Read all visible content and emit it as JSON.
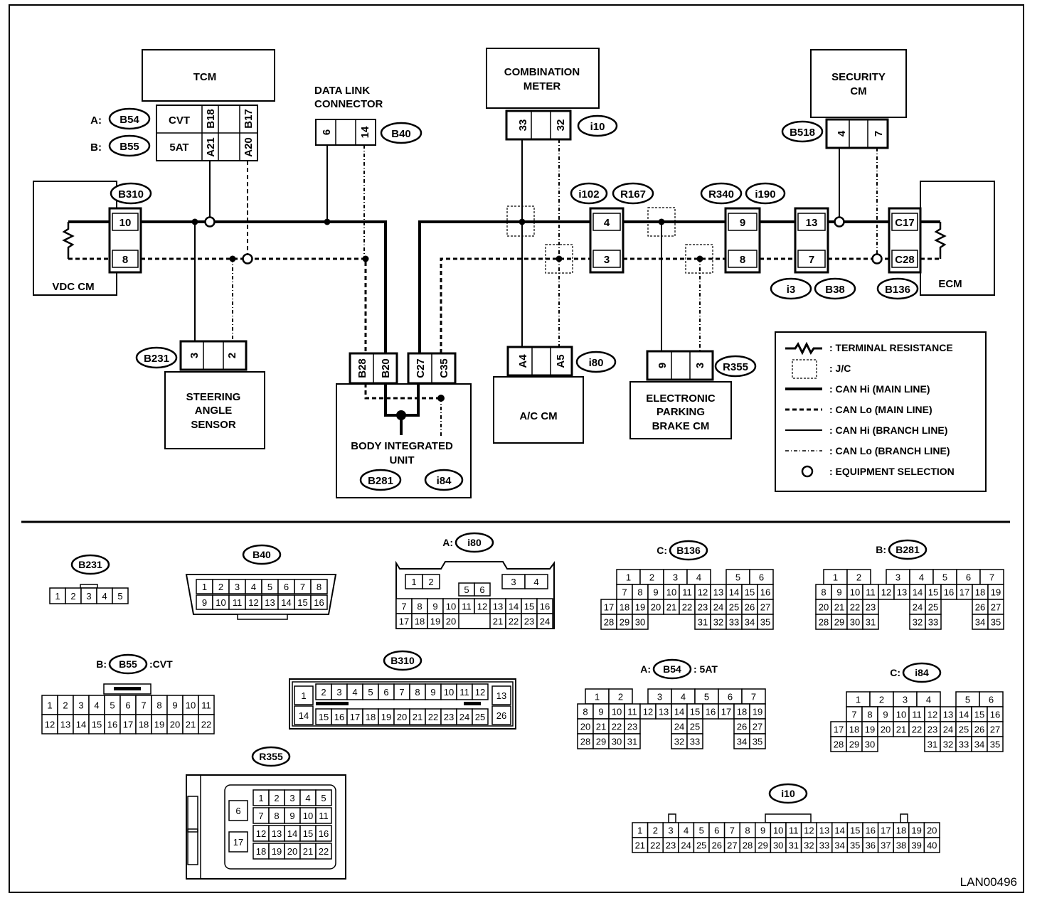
{
  "diagram_code": "LAN00496",
  "modules": {
    "tcm": "TCM",
    "data_link_connector": [
      "DATA LINK",
      "CONNECTOR"
    ],
    "combination_meter": [
      "COMBINATION",
      "METER"
    ],
    "security_cm": [
      "SECURITY",
      "CM"
    ],
    "vdc_cm": "VDC CM",
    "ecm": "ECM",
    "steering_angle_sensor": [
      "STEERING",
      "ANGLE",
      "SENSOR"
    ],
    "body_integrated_unit": [
      "BODY INTEGRATED",
      "UNIT"
    ],
    "ac_cm": "A/C CM",
    "electronic_parking_brake_cm": [
      "ELECTRONIC",
      "PARKING",
      "BRAKE CM"
    ]
  },
  "tcm_connector": {
    "rows": [
      {
        "prefix": "A:",
        "conn": "B54",
        "type": "CVT",
        "pin_hi": "B18",
        "pin_lo": "B17"
      },
      {
        "prefix": "B:",
        "conn": "B55",
        "type": "5AT",
        "pin_hi": "A21",
        "pin_lo": "A20"
      }
    ]
  },
  "connectors": {
    "vdc": {
      "id": "B310",
      "pins": [
        "10",
        "8"
      ]
    },
    "dlc": {
      "id": "B40",
      "pins": [
        "6",
        "14"
      ]
    },
    "meter": {
      "id": "i10",
      "pins": [
        "33",
        "32"
      ]
    },
    "security": {
      "id": "B518",
      "pins": [
        "4",
        "7"
      ]
    },
    "ecm": {
      "id": "B136",
      "pins": [
        "C17",
        "C28"
      ]
    },
    "steering": {
      "id": "B231",
      "pins": [
        "3",
        "2"
      ]
    },
    "biu": {
      "ids": [
        "B281",
        "i84"
      ],
      "pins": [
        "B28",
        "B20",
        "C27",
        "C35"
      ]
    },
    "ac": {
      "id": "i80",
      "pins": [
        "A4",
        "A5"
      ]
    },
    "epb": {
      "id": "R355",
      "pins": [
        "9",
        "3"
      ]
    },
    "j1": {
      "ids": [
        "i102",
        "R167"
      ],
      "pins": [
        "4",
        "3"
      ]
    },
    "j2": {
      "ids": [
        "R340",
        "i190"
      ],
      "pins": [
        "9",
        "8"
      ]
    },
    "j3": {
      "ids": [
        "i3",
        "B38"
      ],
      "pins": [
        "13",
        "7"
      ]
    }
  },
  "legend": [
    ": TERMINAL RESISTANCE",
    ": J/C",
    ": CAN Hi (MAIN LINE)",
    ": CAN Lo (MAIN LINE)",
    ": CAN Hi (BRANCH LINE)",
    ": CAN Lo (BRANCH LINE)",
    ": EQUIPMENT SELECTION"
  ],
  "connector_views": {
    "b231": {
      "label": "B231",
      "pins": [
        "1",
        "2",
        "3",
        "4",
        "5"
      ]
    },
    "b40": {
      "label": "B40",
      "row1": [
        "1",
        "2",
        "3",
        "4",
        "5",
        "6",
        "7",
        "8"
      ],
      "row2": [
        "9",
        "10",
        "11",
        "12",
        "13",
        "14",
        "15",
        "16"
      ]
    },
    "i80": {
      "prefix": "A:",
      "label": "i80",
      "row1": [
        [
          "1",
          "2"
        ],
        [
          "3",
          "4"
        ]
      ],
      "mid": [
        "5",
        "6"
      ],
      "row2": [
        "7",
        "8",
        "9",
        "10",
        "11",
        "12",
        "13",
        "14",
        "15",
        "16"
      ],
      "row3a": [
        "17",
        "18",
        "19",
        "20"
      ],
      "row3b": [
        "21",
        "22",
        "23",
        "24"
      ]
    },
    "b136": {
      "prefix": "C:",
      "label": "B136",
      "r1a": [
        "1",
        "2",
        "3",
        "4"
      ],
      "r1b": [
        "5",
        "6"
      ],
      "r2": [
        "7",
        "8",
        "9",
        "10",
        "11",
        "12",
        "13",
        "14",
        "15",
        "16"
      ],
      "r3": [
        "17",
        "18",
        "19",
        "20",
        "21",
        "22",
        "23",
        "24",
        "25",
        "26",
        "27"
      ],
      "r4a": [
        "28",
        "29",
        "30"
      ],
      "r4b": [
        "31",
        "32",
        "33",
        "34",
        "35"
      ]
    },
    "b281": {
      "prefix": "B:",
      "label": "B281",
      "r1a": [
        "1",
        "2"
      ],
      "r1b": [
        "3",
        "4",
        "5",
        "6",
        "7"
      ],
      "r2": [
        "8",
        "9",
        "10",
        "11",
        "12",
        "13",
        "14",
        "15",
        "16",
        "17",
        "18",
        "19"
      ],
      "r3a": [
        "20",
        "21",
        "22",
        "23"
      ],
      "r3b": [
        "24",
        "25"
      ],
      "r3c": [
        "26",
        "27"
      ],
      "r4a": [
        "28",
        "29",
        "30",
        "31"
      ],
      "r4b": [
        "32",
        "33"
      ],
      "r4c": [
        "34",
        "35"
      ]
    },
    "b55": {
      "prefix": "B:",
      "label": "B55",
      "suffix": ":CVT",
      "r1": [
        "1",
        "2",
        "3",
        "4",
        "5",
        "6",
        "7",
        "8",
        "9",
        "10",
        "11"
      ],
      "r2": [
        "12",
        "13",
        "14",
        "15",
        "16",
        "17",
        "18",
        "19",
        "20",
        "21",
        "22"
      ]
    },
    "b310": {
      "label": "B310",
      "left": [
        "1",
        "14"
      ],
      "right": [
        "13",
        "26"
      ],
      "r1": [
        "2",
        "3",
        "4",
        "5",
        "6",
        "7",
        "8",
        "9",
        "10",
        "11",
        "12"
      ],
      "r2": [
        "15",
        "16",
        "17",
        "18",
        "19",
        "20",
        "21",
        "22",
        "23",
        "24",
        "25"
      ]
    },
    "b54": {
      "prefix": "A:",
      "label": "B54",
      "suffix": ": 5AT",
      "r1a": [
        "1",
        "2"
      ],
      "r1b": [
        "3",
        "4",
        "5",
        "6",
        "7"
      ],
      "r2": [
        "8",
        "9",
        "10",
        "11",
        "12",
        "13",
        "14",
        "15",
        "16",
        "17",
        "18",
        "19"
      ],
      "r3a": [
        "20",
        "21",
        "22",
        "23"
      ],
      "r3b": [
        "24",
        "25"
      ],
      "r3c": [
        "26",
        "27"
      ],
      "r4a": [
        "28",
        "29",
        "30",
        "31"
      ],
      "r4b": [
        "32",
        "33"
      ],
      "r4c": [
        "34",
        "35"
      ]
    },
    "i84": {
      "prefix": "C:",
      "label": "i84",
      "r1a": [
        "1",
        "2",
        "3",
        "4"
      ],
      "r1b": [
        "5",
        "6"
      ],
      "r2": [
        "7",
        "8",
        "9",
        "10",
        "11",
        "12",
        "13",
        "14",
        "15",
        "16"
      ],
      "r3": [
        "17",
        "18",
        "19",
        "20",
        "21",
        "22",
        "23",
        "24",
        "25",
        "26",
        "27"
      ],
      "r4a": [
        "28",
        "29",
        "30"
      ],
      "r4b": [
        "31",
        "32",
        "33",
        "34",
        "35"
      ]
    },
    "r355": {
      "label": "R355",
      "side": [
        "6",
        "17"
      ],
      "rows": [
        [
          "1",
          "2",
          "3",
          "4",
          "5"
        ],
        [
          "7",
          "8",
          "9",
          "10",
          "11"
        ],
        [
          "12",
          "13",
          "14",
          "15",
          "16"
        ],
        [
          "18",
          "19",
          "20",
          "21",
          "22"
        ]
      ]
    },
    "i10": {
      "label": "i10",
      "r1": [
        "1",
        "2",
        "3",
        "4",
        "5",
        "6",
        "7",
        "8",
        "9",
        "10",
        "11",
        "12",
        "13",
        "14",
        "15",
        "16",
        "17",
        "18",
        "19",
        "20"
      ],
      "r2": [
        "21",
        "22",
        "23",
        "24",
        "25",
        "26",
        "27",
        "28",
        "29",
        "30",
        "31",
        "32",
        "33",
        "34",
        "35",
        "36",
        "37",
        "38",
        "39",
        "40"
      ]
    }
  }
}
